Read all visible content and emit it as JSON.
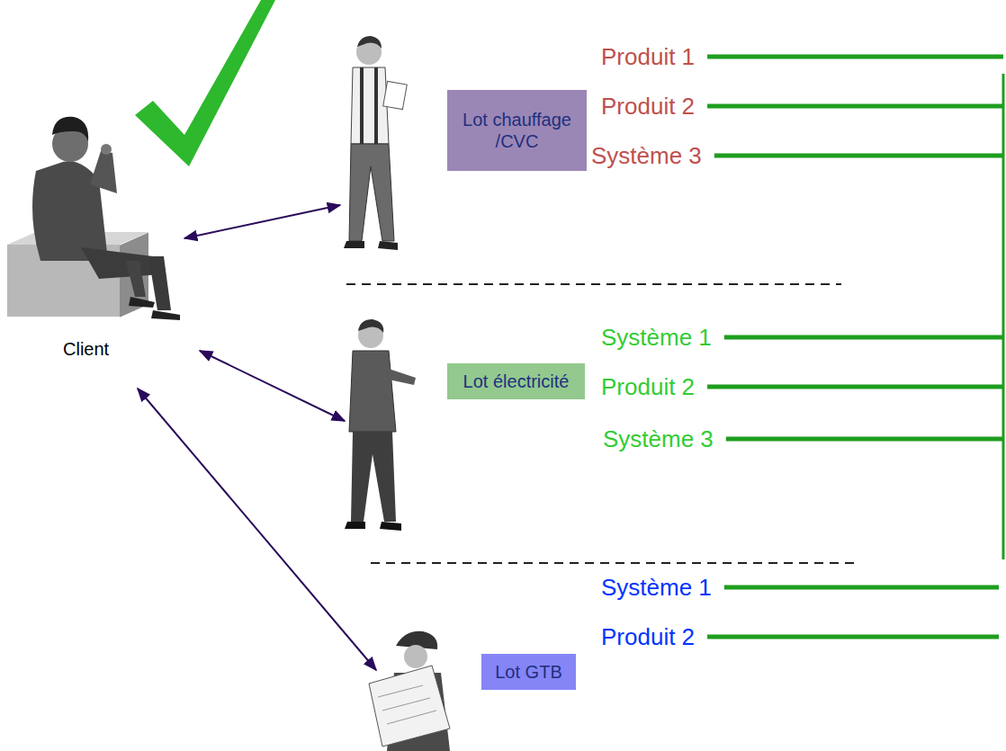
{
  "diagram": {
    "nodes": [
      {
        "text": [
          "Lot chauffage /CVC"
        ]
      },
      {
        "text": [
          "Lot électricité"
        ]
      },
      {
        "text": [
          "Lot GTB"
        ]
      }
    ],
    "labels": [
      "Client",
      "Produit 1",
      "Produit 2",
      "Système 3",
      "Système 1",
      "Produit 2",
      "Système 3",
      "Système 1",
      "Produit 2"
    ]
  }
}
